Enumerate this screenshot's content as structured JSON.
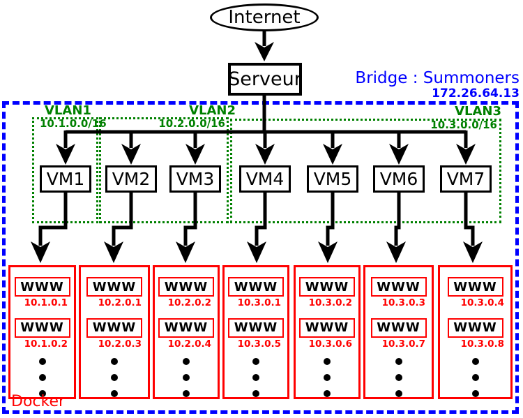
{
  "nodes": {
    "internet": "Internet",
    "server": "Serveur"
  },
  "bridge": {
    "label": "Bridge : Summoners",
    "ip": "172.26.64.13"
  },
  "vlans": [
    {
      "name": "VLAN1",
      "subnet": "10.1.0.0/16"
    },
    {
      "name": "VLAN2",
      "subnet": "10.2.0.0/16"
    },
    {
      "name": "VLAN3",
      "subnet": "10.3.0.0/16"
    }
  ],
  "vms": [
    {
      "label": "VM1"
    },
    {
      "label": "VM2"
    },
    {
      "label": "VM3"
    },
    {
      "label": "VM4"
    },
    {
      "label": "VM5"
    },
    {
      "label": "VM6"
    },
    {
      "label": "VM7"
    }
  ],
  "docker": {
    "label": "Docker",
    "columns": [
      {
        "containers": [
          {
            "label": "WWW",
            "ip": "10.1.0.1"
          },
          {
            "label": "WWW",
            "ip": "10.1.0.2"
          }
        ]
      },
      {
        "containers": [
          {
            "label": "WWW",
            "ip": "10.2.0.1"
          },
          {
            "label": "WWW",
            "ip": "10.2.0.3"
          }
        ]
      },
      {
        "containers": [
          {
            "label": "WWW",
            "ip": "10.2.0.2"
          },
          {
            "label": "WWW",
            "ip": "10.2.0.4"
          }
        ]
      },
      {
        "containers": [
          {
            "label": "WWW",
            "ip": "10.3.0.1"
          },
          {
            "label": "WWW",
            "ip": "10.3.0.5"
          }
        ]
      },
      {
        "containers": [
          {
            "label": "WWW",
            "ip": "10.3.0.2"
          },
          {
            "label": "WWW",
            "ip": "10.3.0.6"
          }
        ]
      },
      {
        "containers": [
          {
            "label": "WWW",
            "ip": "10.3.0.3"
          },
          {
            "label": "WWW",
            "ip": "10.3.0.7"
          }
        ]
      },
      {
        "containers": [
          {
            "label": "WWW",
            "ip": "10.3.0.4"
          },
          {
            "label": "WWW",
            "ip": "10.3.0.8"
          }
        ]
      }
    ]
  },
  "colors": {
    "bridge_blue": "#0000ff",
    "vlan_green": "#008000",
    "docker_red": "#ff0000",
    "line_black": "#000000"
  }
}
